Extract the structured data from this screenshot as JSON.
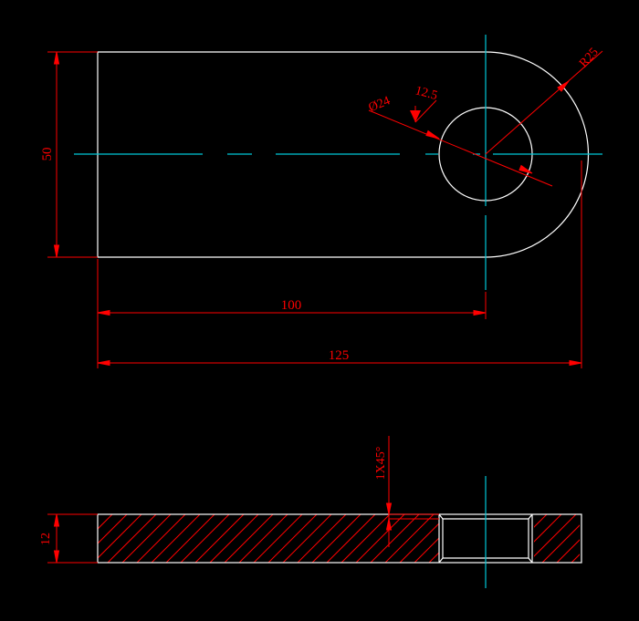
{
  "drawing": {
    "background": "#000000",
    "colors": {
      "outline": "#ffffff",
      "dimension": "#ff0000",
      "centerline": "#00c8d8",
      "hatch": "#ff0000"
    },
    "plan_view": {
      "dim_height": "50",
      "dim_length_to_center": "100",
      "dim_overall_length": "125",
      "dim_hole_diameter": "Ø24",
      "dim_hole_offset": "12.5",
      "dim_radius": "R25"
    },
    "section_view": {
      "dim_thickness": "12",
      "dim_chamfer": "1X45°"
    }
  }
}
